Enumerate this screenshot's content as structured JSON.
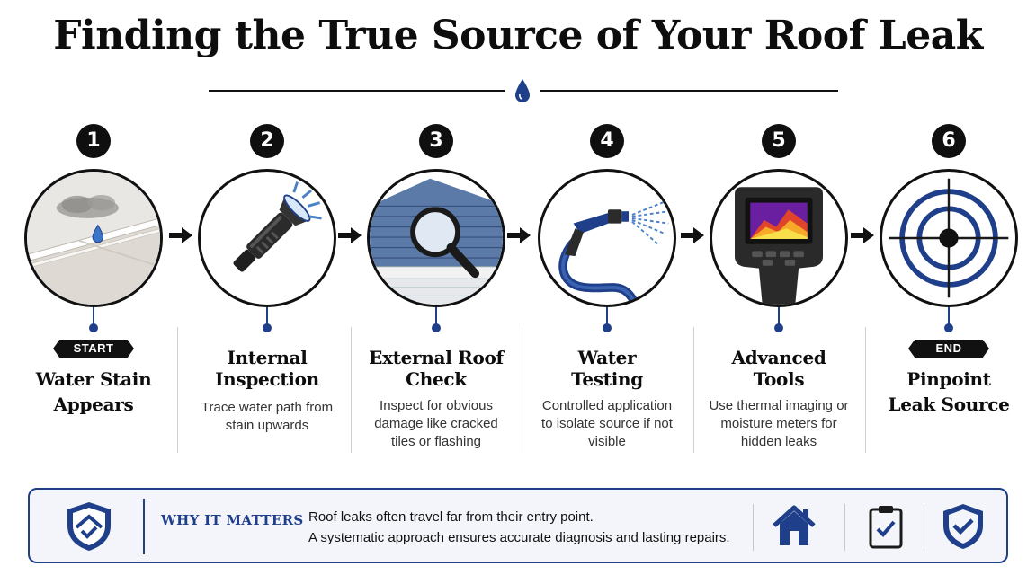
{
  "title": "Finding the True Source of Your Roof Leak",
  "steps": [
    {
      "number": "1",
      "tag": "START",
      "label_line1": "Water Stain",
      "label_line2": "Appears",
      "description": "",
      "icon": "ceiling-water-stain-icon"
    },
    {
      "number": "2",
      "tag": "",
      "label_line1": "Internal",
      "label_line2": "Inspection",
      "description": "Trace water path from stain upwards",
      "icon": "flashlight-icon"
    },
    {
      "number": "3",
      "tag": "",
      "label_line1": "External Roof",
      "label_line2": "Check",
      "description": "Inspect for obvious damage like cracked tiles or flashing",
      "icon": "roof-magnifier-icon"
    },
    {
      "number": "4",
      "tag": "",
      "label_line1": "Water",
      "label_line2": "Testing",
      "description": "Controlled application to isolate source if not visible",
      "icon": "hose-nozzle-icon"
    },
    {
      "number": "5",
      "tag": "",
      "label_line1": "Advanced",
      "label_line2": "Tools",
      "description": "Use thermal imaging or moisture meters for hidden leaks",
      "icon": "thermal-camera-icon"
    },
    {
      "number": "6",
      "tag": "END",
      "label_line1": "Pinpoint",
      "label_line2": "Leak Source",
      "description": "",
      "icon": "target-icon"
    }
  ],
  "footer": {
    "heading": "WHY IT MATTERS",
    "line1": "Roof leaks often travel far from their entry point.",
    "line2": "A systematic approach ensures accurate diagnosis and lasting repairs.",
    "icons": [
      "shield-house-icon",
      "house-icon",
      "clipboard-check-icon",
      "shield-check-icon"
    ]
  },
  "colors": {
    "accent": "#1f3f8a",
    "text": "#111111",
    "panel": "#f3f5fa"
  }
}
